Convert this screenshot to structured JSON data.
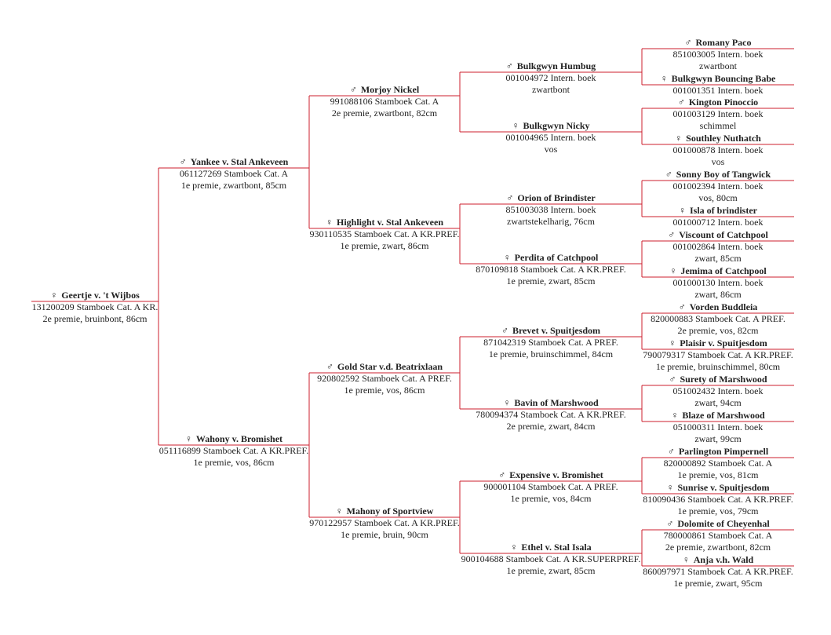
{
  "colors": {
    "line": "#cc1f2d",
    "text": "#222222",
    "background": "#ffffff"
  },
  "symbols": {
    "male": "♂",
    "female": "♀"
  },
  "horses": [
    {
      "id": "p0",
      "gender": "female",
      "name": "Geertje v. 't Wijbos",
      "reg": "131200209 Stamboek Cat. A KR.",
      "info": "2e premie, bruinbont, 86cm"
    },
    {
      "id": "p1",
      "gender": "male",
      "name": "Yankee v. Stal Ankeveen",
      "reg": "061127269 Stamboek Cat. A",
      "info": "1e premie, zwartbont, 85cm"
    },
    {
      "id": "p2",
      "gender": "female",
      "name": "Wahony v. Bromishet",
      "reg": "051116899 Stamboek Cat. A KR.PREF.",
      "info": "1e premie, vos, 86cm"
    },
    {
      "id": "p3",
      "gender": "male",
      "name": "Morjoy Nickel",
      "reg": "991088106 Stamboek Cat. A",
      "info": "2e premie, zwartbont, 82cm"
    },
    {
      "id": "p4",
      "gender": "female",
      "name": "Highlight v. Stal Ankeveen",
      "reg": "930110535 Stamboek Cat. A KR.PREF.",
      "info": "1e premie, zwart, 86cm"
    },
    {
      "id": "p5",
      "gender": "male",
      "name": "Gold Star v.d. Beatrixlaan",
      "reg": "920802592 Stamboek Cat. A PREF.",
      "info": "1e premie, vos, 86cm"
    },
    {
      "id": "p6",
      "gender": "female",
      "name": "Mahony of Sportview",
      "reg": "970122957 Stamboek Cat. A KR.PREF.",
      "info": "1e premie, bruin, 90cm"
    },
    {
      "id": "p7",
      "gender": "male",
      "name": "Bulkgwyn Humbug",
      "reg": "001004972 Intern. boek",
      "info": "zwartbont"
    },
    {
      "id": "p8",
      "gender": "female",
      "name": "Bulkgwyn Nicky",
      "reg": "001004965 Intern. boek",
      "info": "vos"
    },
    {
      "id": "p9",
      "gender": "male",
      "name": "Orion of Brindister",
      "reg": "851003038 Intern. boek",
      "info": "zwartstekelharig, 76cm"
    },
    {
      "id": "p10",
      "gender": "female",
      "name": "Perdita of Catchpool",
      "reg": "870109818 Stamboek Cat. A KR.PREF.",
      "info": "1e premie, zwart, 85cm"
    },
    {
      "id": "p11",
      "gender": "male",
      "name": "Brevet v. Spuitjesdom",
      "reg": "871042319 Stamboek Cat. A PREF.",
      "info": "1e premie, bruinschimmel, 84cm"
    },
    {
      "id": "p12",
      "gender": "female",
      "name": "Bavin of Marshwood",
      "reg": "780094374 Stamboek Cat. A KR.PREF.",
      "info": "2e premie, zwart, 84cm"
    },
    {
      "id": "p13",
      "gender": "male",
      "name": "Expensive v. Bromishet",
      "reg": "900001104 Stamboek Cat. A PREF.",
      "info": "1e premie, vos, 84cm"
    },
    {
      "id": "p14",
      "gender": "female",
      "name": "Ethel v. Stal Isala",
      "reg": "900104688 Stamboek Cat. A KR.SUPERPREF.",
      "info": "1e premie, zwart, 85cm"
    },
    {
      "id": "p15",
      "gender": "male",
      "name": "Romany Paco",
      "reg": "851003005 Intern. boek",
      "info": "zwartbont"
    },
    {
      "id": "p16",
      "gender": "female",
      "name": "Bulkgwyn Bouncing Babe",
      "reg": "001001351 Intern. boek",
      "info": ""
    },
    {
      "id": "p17",
      "gender": "male",
      "name": "Kington Pinoccio",
      "reg": "001003129 Intern. boek",
      "info": "schimmel"
    },
    {
      "id": "p18",
      "gender": "female",
      "name": "Southley Nuthatch",
      "reg": "001000878 Intern. boek",
      "info": "vos"
    },
    {
      "id": "p19",
      "gender": "male",
      "name": "Sonny Boy of Tangwick",
      "reg": "001002394 Intern. boek",
      "info": "vos, 80cm"
    },
    {
      "id": "p20",
      "gender": "female",
      "name": "Isla of brindister",
      "reg": "001000712 Intern. boek",
      "info": ""
    },
    {
      "id": "p21",
      "gender": "male",
      "name": "Viscount of Catchpool",
      "reg": "001002864 Intern. boek",
      "info": "zwart, 85cm"
    },
    {
      "id": "p22",
      "gender": "female",
      "name": "Jemima of Catchpool",
      "reg": "001000130 Intern. boek",
      "info": "zwart, 86cm"
    },
    {
      "id": "p23",
      "gender": "male",
      "name": "Vorden Buddleia",
      "reg": "820000883 Stamboek Cat. A PREF.",
      "info": "2e premie, vos, 82cm"
    },
    {
      "id": "p24",
      "gender": "female",
      "name": "Plaisir v. Spuitjesdom",
      "reg": "790079317 Stamboek Cat. A KR.PREF.",
      "info": "1e premie, bruinschimmel, 80cm"
    },
    {
      "id": "p25",
      "gender": "male",
      "name": "Surety of Marshwood",
      "reg": "051002432 Intern. boek",
      "info": "zwart, 94cm"
    },
    {
      "id": "p26",
      "gender": "female",
      "name": "Blaze of Marshwood",
      "reg": "051000311 Intern. boek",
      "info": "zwart, 99cm"
    },
    {
      "id": "p27",
      "gender": "male",
      "name": "Parlington Pimpernell",
      "reg": "820000892 Stamboek Cat. A",
      "info": "1e premie, vos, 81cm"
    },
    {
      "id": "p28",
      "gender": "female",
      "name": "Sunrise v. Spuitjesdom",
      "reg": "810090436 Stamboek Cat. A KR.PREF.",
      "info": "1e premie, vos, 79cm"
    },
    {
      "id": "p29",
      "gender": "male",
      "name": "Dolomite of Cheyenhal",
      "reg": "780000861 Stamboek Cat. A",
      "info": "2e premie, zwartbont, 82cm"
    },
    {
      "id": "p30",
      "gender": "female",
      "name": "Anja v.h. Wald",
      "reg": "860097971 Stamboek Cat. A KR.PREF.",
      "info": "1e premie, zwart, 95cm"
    }
  ]
}
